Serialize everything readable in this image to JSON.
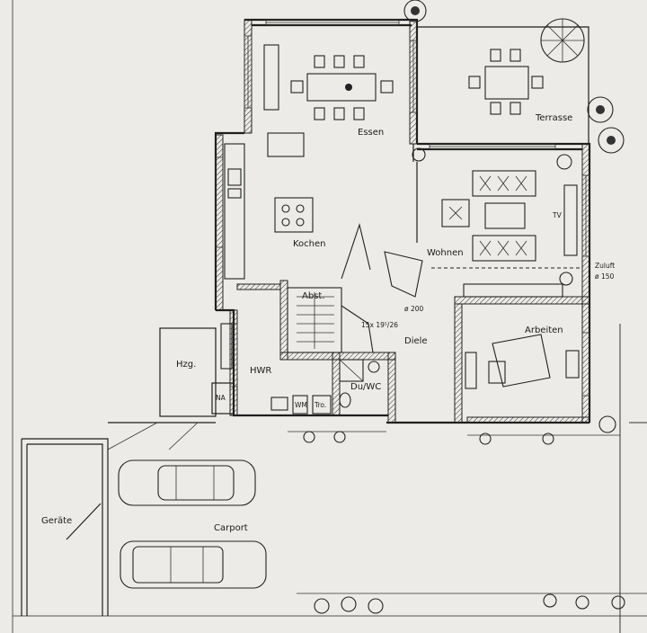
{
  "rooms": {
    "essen": "Essen",
    "terrasse": "Terrasse",
    "kochen": "Kochen",
    "wohnen": "Wohnen",
    "tv": "TV",
    "abst": "Abst.",
    "diele": "Diele",
    "arbeiten": "Arbeiten",
    "hzg": "Hzg.",
    "hwr": "HWR",
    "na": "NA",
    "wm": "WM",
    "tro": "Tro.",
    "du_wc": "Du/WC",
    "geraete": "Geräte",
    "carport": "Carport"
  },
  "annotations": {
    "stairs": "15x 19⁵/26",
    "flue": "ø 200",
    "supply_label": "Zuluft",
    "supply_size": "ø 150"
  }
}
